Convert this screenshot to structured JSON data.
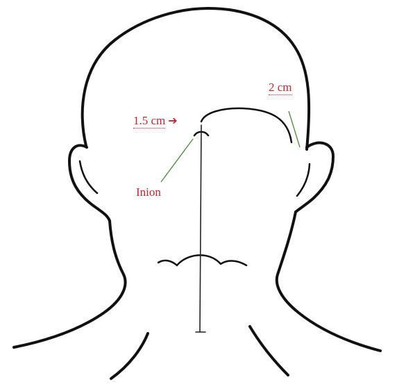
{
  "labels": {
    "offset_left": "1.5 cm",
    "offset_right": "2 cm",
    "inion": "Inion"
  },
  "icons": {
    "offset_left_arrow": "right-arrow-icon"
  },
  "colors": {
    "label_text": "#c0272d",
    "leader_line": "#4a8a3a",
    "drawing_ink": "#111111"
  }
}
